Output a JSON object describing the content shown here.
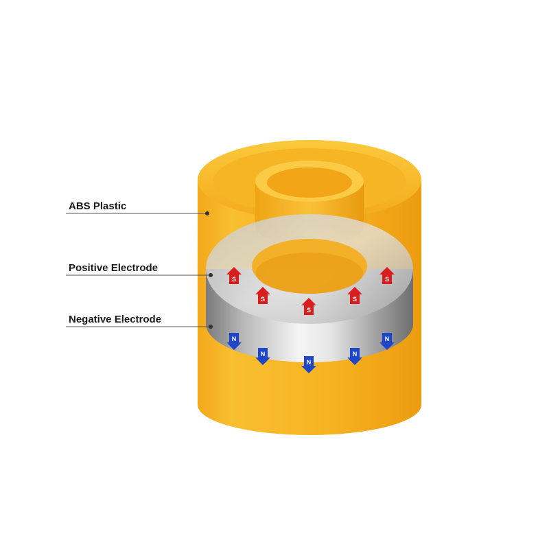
{
  "labels": {
    "abs_plastic": "ABS Plastic",
    "positive_electrode": "Positive Electrode",
    "negative_electrode": "Negative Electrode"
  },
  "poles": {
    "south": "S",
    "north": "N"
  },
  "colors": {
    "plastic": "#f5b21c",
    "plastic_dark": "#e89a0c",
    "magnet_light": "#f2f2f2",
    "magnet_dark": "#7d7d7d",
    "south_arrow": "#d81e1e",
    "north_arrow": "#1d47c8",
    "callout_line": "#555555"
  }
}
